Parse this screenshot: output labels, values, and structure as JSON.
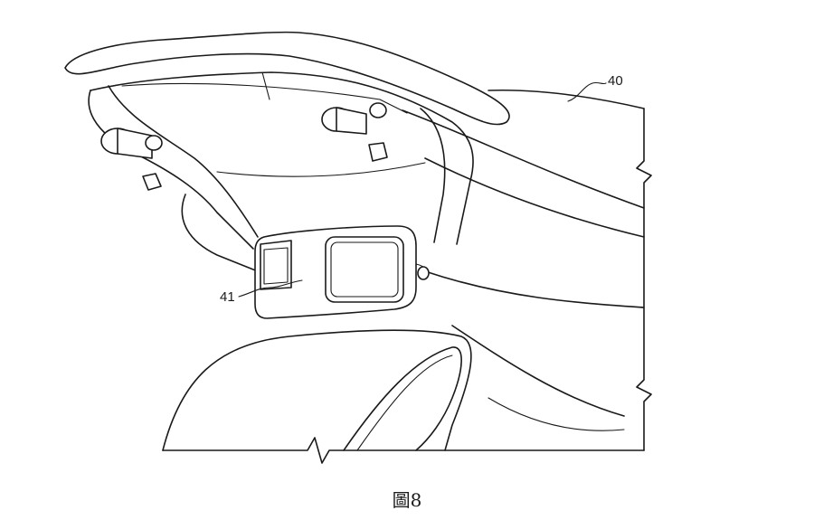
{
  "figure": {
    "caption": "圖8",
    "labels": [
      {
        "id": "40",
        "text": "40"
      },
      {
        "id": "41",
        "text": "41"
      }
    ]
  },
  "colors": {
    "line": "#1a1a1a",
    "background": "#ffffff"
  }
}
